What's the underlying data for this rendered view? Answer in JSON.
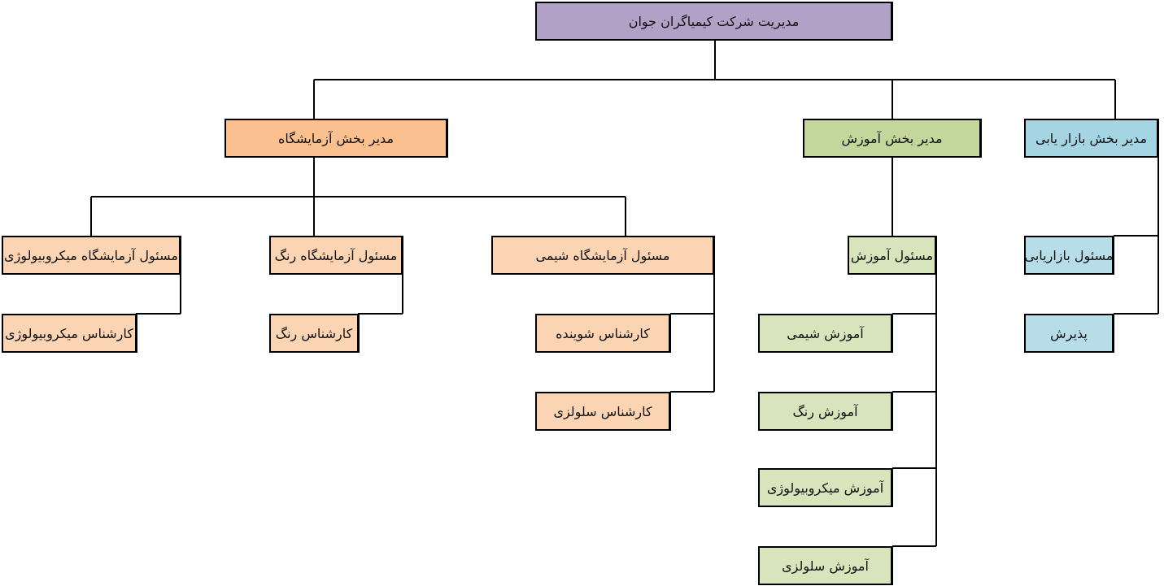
{
  "org_chart": {
    "root": "مدیریت شرکت کیمیاگران جوان",
    "lab": {
      "manager": "مدیر بخش آزمایشگاه",
      "micro": {
        "head": "مسئول آزمایشگاه میکروبیولوژی",
        "expert": "کارشناس میکروبیولوژی"
      },
      "color": {
        "head": "مسئول آزمایشگاه رنگ",
        "expert": "کارشناس رنگ"
      },
      "chem": {
        "head": "مسئول آزمایشگاه شیمی",
        "experts": [
          "کارشناس شوینده",
          "کارشناس سلولزی"
        ]
      }
    },
    "training": {
      "manager": "مدیر بخش آموزش",
      "head": "مسئول آموزش",
      "courses": [
        "آموزش شیمی",
        "آموزش رنگ",
        "آموزش میکروبیولوژی",
        "آموزش سلولزی"
      ]
    },
    "marketing": {
      "manager": "مدیر بخش بازار یابی",
      "head": "مسئول بازاریابی",
      "reception": "پذیرش"
    }
  },
  "colors": {
    "root": "#b2a1c7",
    "lab_manager": "#fac08f",
    "lab_units": "#fbd4b4",
    "training_manager": "#c3d69b",
    "training_units": "#d7e4bc",
    "marketing_manager": "#a5d5e2",
    "marketing_units": "#b6dde8"
  }
}
